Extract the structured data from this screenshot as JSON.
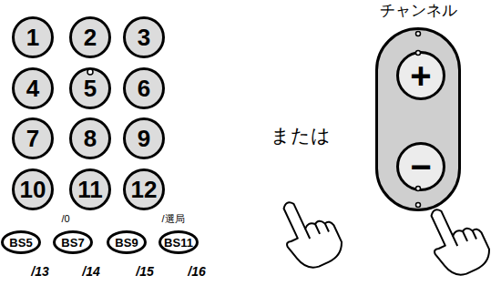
{
  "diagram": {
    "nodes": [
      {
        "text": [
          "1"
        ]
      },
      {
        "text": [
          "2"
        ]
      },
      {
        "text": [
          "3"
        ]
      },
      {
        "text": [
          "4"
        ]
      },
      {
        "text": [
          "5"
        ]
      },
      {
        "text": [
          "6"
        ]
      },
      {
        "text": [
          "7"
        ]
      },
      {
        "text": [
          "8"
        ]
      },
      {
        "text": [
          "9"
        ]
      },
      {
        "text": [
          "10"
        ]
      },
      {
        "text": [
          "11"
        ]
      },
      {
        "text": [
          "12"
        ]
      },
      {
        "text": [
          "BS5"
        ]
      },
      {
        "text": [
          "BS7"
        ]
      },
      {
        "text": [
          "BS9"
        ]
      },
      {
        "text": [
          "BS11"
        ]
      },
      {
        "text": [
          "チャンネル"
        ]
      },
      {
        "text": [
          "+"
        ],
        "in": 16
      },
      {
        "text": [
          "−"
        ],
        "in": 16
      }
    ],
    "labels": [
      "/0",
      "/選局",
      "/13",
      "/14",
      "/15",
      "/16",
      "または"
    ]
  }
}
